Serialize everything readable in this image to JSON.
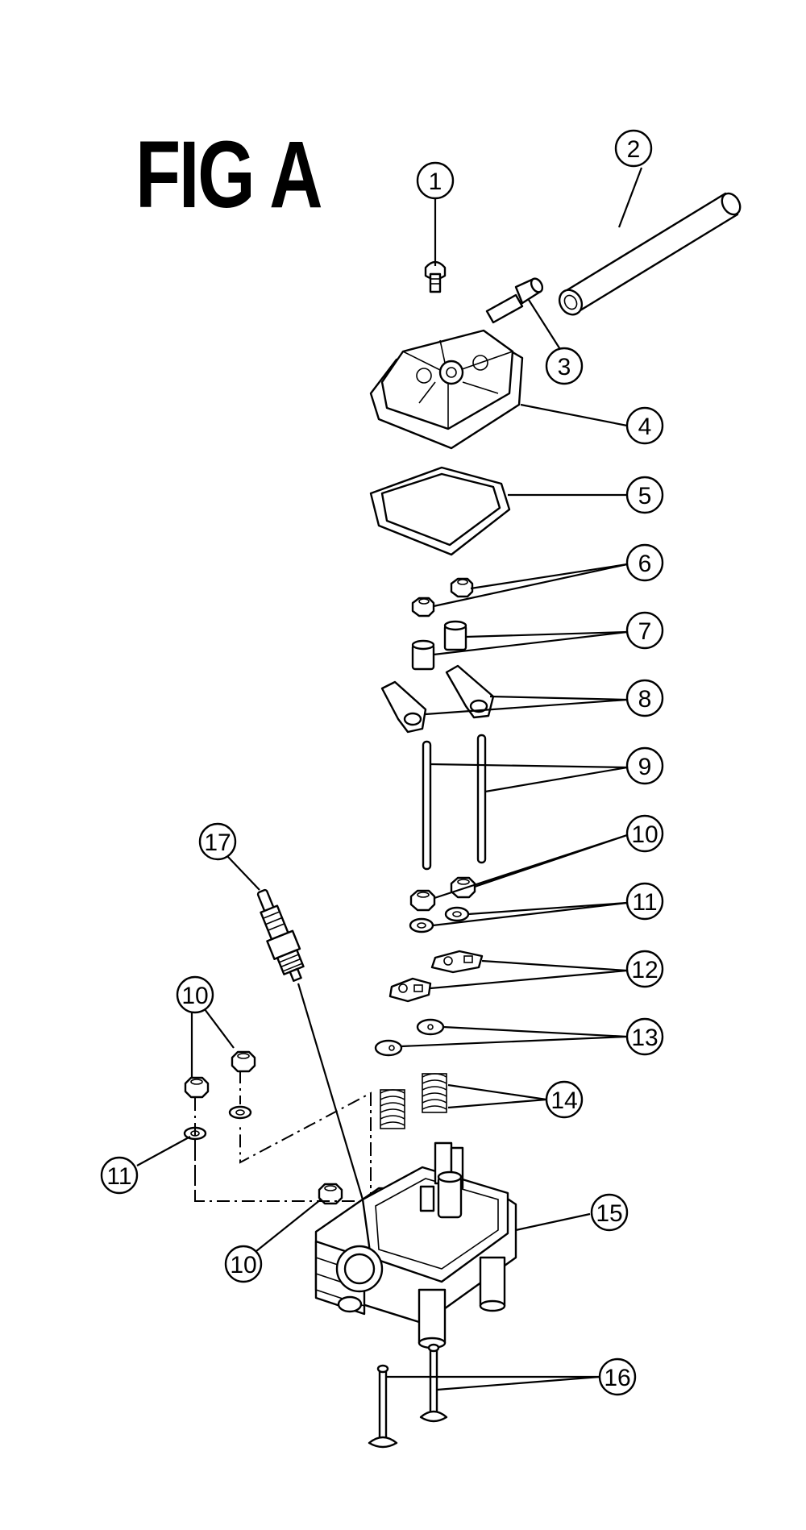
{
  "figure": {
    "title": "FIG A"
  },
  "callouts": [
    {
      "id": "c1",
      "label": "1"
    },
    {
      "id": "c2",
      "label": "2"
    },
    {
      "id": "c3",
      "label": "3"
    },
    {
      "id": "c4",
      "label": "4"
    },
    {
      "id": "c5",
      "label": "5"
    },
    {
      "id": "c6",
      "label": "6"
    },
    {
      "id": "c7",
      "label": "7"
    },
    {
      "id": "c8",
      "label": "8"
    },
    {
      "id": "c9",
      "label": "9"
    },
    {
      "id": "c10a",
      "label": "10"
    },
    {
      "id": "c11a",
      "label": "11"
    },
    {
      "id": "c12",
      "label": "12"
    },
    {
      "id": "c13",
      "label": "13"
    },
    {
      "id": "c14",
      "label": "14"
    },
    {
      "id": "c15",
      "label": "15"
    },
    {
      "id": "c16",
      "label": "16"
    },
    {
      "id": "c17",
      "label": "17"
    },
    {
      "id": "c10b",
      "label": "10"
    },
    {
      "id": "c11b",
      "label": "11"
    },
    {
      "id": "c10c",
      "label": "10"
    }
  ]
}
